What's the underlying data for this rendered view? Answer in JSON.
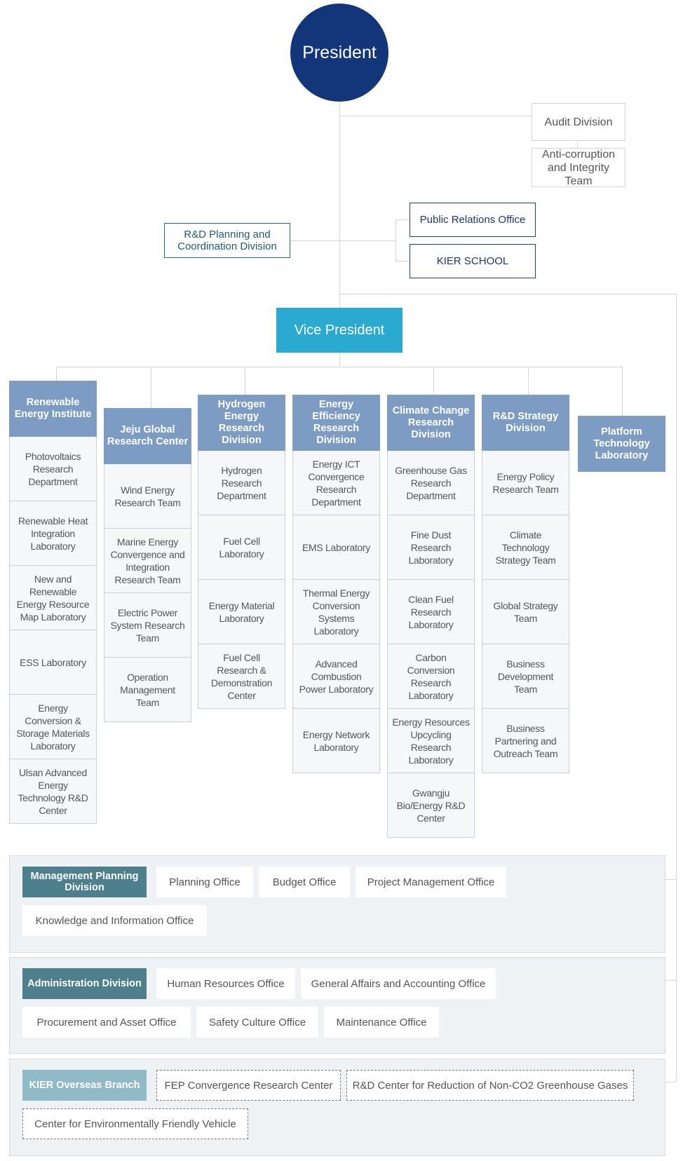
{
  "president": "President",
  "vice_president": "Vice President",
  "audit": {
    "division": "Audit Division",
    "team": "Anti-corruption and Integrity Team"
  },
  "rd_planning": "R&D Planning and Coordination Division",
  "public_relations": "Public Relations Office",
  "kier_school": "KIER SCHOOL",
  "columns": [
    {
      "title": "Renewable Energy Institute",
      "items": [
        "Photovoltaics Research Department",
        "Renewable Heat Integration Laboratory",
        "New and Renewable Energy Resource Map Laboratory",
        "ESS Laboratory",
        "Energy Conversion & Storage Materials Laboratory",
        "Ulsan Advanced Energy Technology R&D Center"
      ]
    },
    {
      "title": "Jeju Global Research Center",
      "items": [
        "Wind Energy Research Team",
        "Marine Energy Convergence and Integration Research Team",
        "Electric Power System Research Team",
        "Operation Management Team"
      ]
    },
    {
      "title": "Hydrogen Energy Research Division",
      "items": [
        "Hydrogen Research Department",
        "Fuel Cell Laboratory",
        "Energy Material Laboratory",
        "Fuel Cell Research & Demonstration Center"
      ]
    },
    {
      "title": "Energy Efficiency Research Division",
      "items": [
        "Energy ICT Convergence Research Department",
        "EMS Laboratory",
        "Thermal Energy Conversion Systems Laboratory",
        "Advanced Combustion Power Laboratory",
        "Energy Network Laboratory"
      ]
    },
    {
      "title": "Climate Change Research Division",
      "items": [
        "Greenhouse Gas Research Department",
        "Fine Dust Research Laboratory",
        "Clean Fuel Research Laboratory",
        "Carbon Conversion Research Laboratory",
        "Energy Resources Upcycling Research Laboratory",
        "Gwangju Bio/Energy R&D Center"
      ]
    },
    {
      "title": "R&D Strategy Division",
      "items": [
        "Energy Policy Research Team",
        "Climate Technology Strategy Team",
        "Global Strategy Team",
        "Business Development Team",
        "Business Partnering and Outreach Team"
      ]
    },
    {
      "title": "Platform Technology Laboratory",
      "items": []
    }
  ],
  "management": {
    "label": "Management Planning Division",
    "items": [
      "Planning Office",
      "Budget Office",
      "Project Management Office",
      "Knowledge and Information Office"
    ]
  },
  "administration": {
    "label": "Administration Division",
    "items": [
      "Human Resources Office",
      "General Affairs and Accounting Office",
      "Procurement and Asset Office",
      "Safety Culture Office",
      "Maintenance Office"
    ]
  },
  "overseas": {
    "label": "KIER Overseas Branch",
    "items": [
      "FEP Convergence Research Center",
      "R&D Center for Reduction of Non-CO2 Greenhouse Gases",
      "Center for Environmentally Friendly Vehicle"
    ]
  },
  "colors": {
    "president": "#13357a",
    "vice_president": "#2aaad1",
    "column_header": "#7d9cc3",
    "management": "#4d7f8c",
    "administration": "#4d7f8c",
    "overseas": "#8fbac6"
  }
}
